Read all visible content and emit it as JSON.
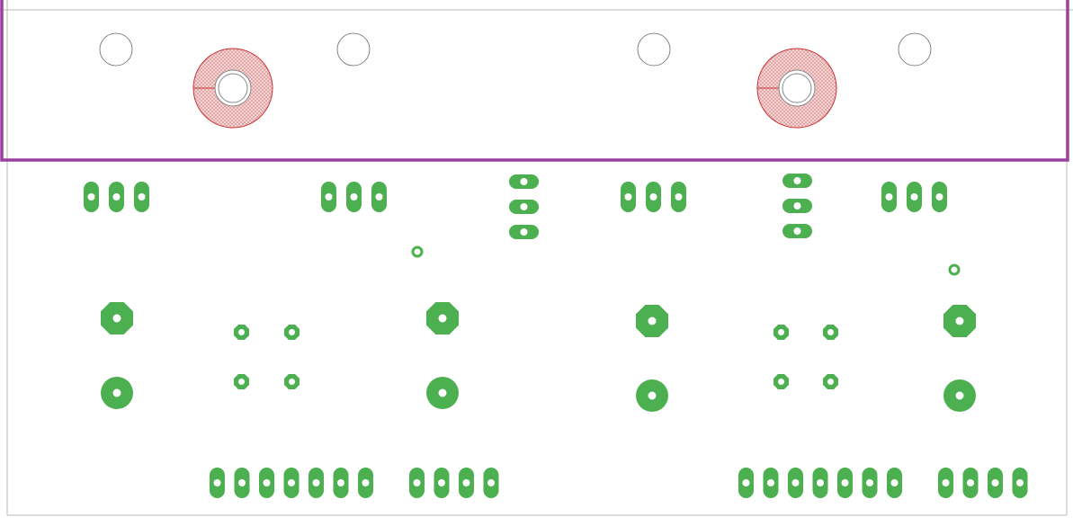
{
  "colors": {
    "background": "#ffffff",
    "board_outline": "#b8b8b8",
    "keepout_frame": "#9b3fa0",
    "pad_copper": "#4caf50",
    "drill_hole": "#ffffff",
    "mounting_hole_outline": "#666666",
    "thermal_hatch": "#cc3333"
  },
  "board": {
    "mounting_holes_count": 4,
    "thermal_pads_count": 2
  },
  "components": [
    {
      "name": "left-sip3-a",
      "type": "sip-3-vertical-oval",
      "pins": 3
    },
    {
      "name": "left-sip3-b",
      "type": "sip-3-vertical-oval",
      "pins": 3
    },
    {
      "name": "center-stack3-a",
      "type": "sip-3-horizontal-oval",
      "pins": 3
    },
    {
      "name": "right-sip3-a",
      "type": "sip-3-vertical-oval",
      "pins": 3
    },
    {
      "name": "center-stack3-b",
      "type": "sip-3-horizontal-oval",
      "pins": 3
    },
    {
      "name": "right-sip3-b",
      "type": "sip-3-vertical-oval",
      "pins": 3
    },
    {
      "name": "left-header-7",
      "type": "header-oval",
      "pins": 7
    },
    {
      "name": "left-header-4",
      "type": "header-oval",
      "pins": 4
    },
    {
      "name": "right-header-7",
      "type": "header-oval",
      "pins": 7
    },
    {
      "name": "right-header-4",
      "type": "header-oval",
      "pins": 4
    }
  ]
}
